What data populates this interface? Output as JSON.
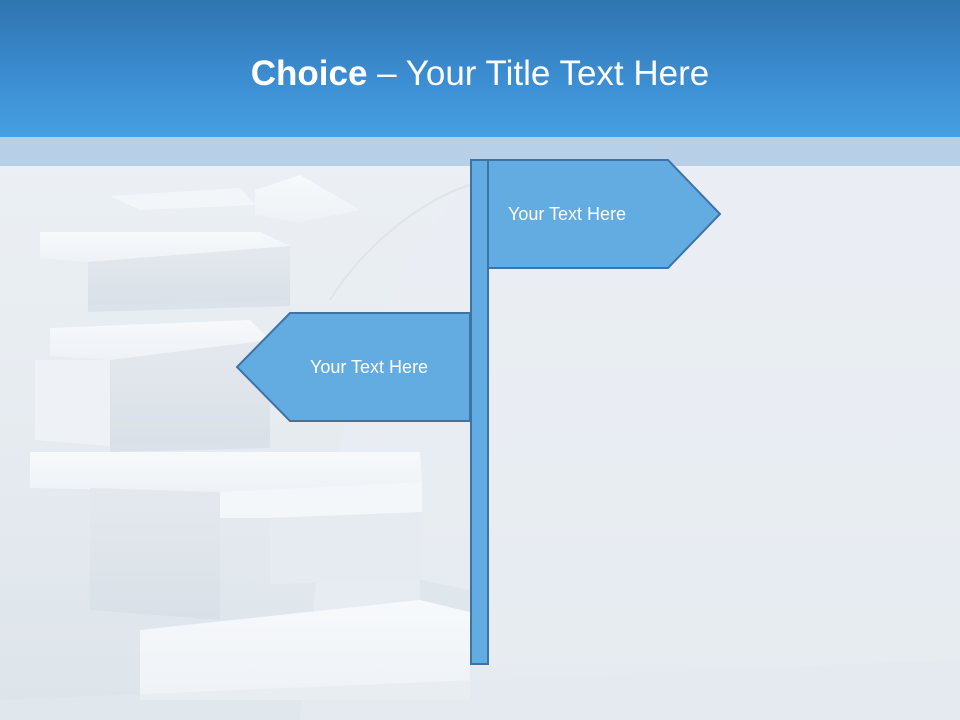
{
  "slide": {
    "title_bold": "Choice",
    "title_rest": " – Your Title Text Here"
  },
  "signpost": {
    "right_arrow_label": "Your Text Here",
    "left_arrow_label": "Your Text Here"
  },
  "colors": {
    "header_top": "#2f75b0",
    "header_bottom": "#46a0e2",
    "arrow_fill": "#63ace2",
    "arrow_stroke": "#3d74a8"
  },
  "icons": {
    "background_image": "spiral-staircase-illustration"
  }
}
